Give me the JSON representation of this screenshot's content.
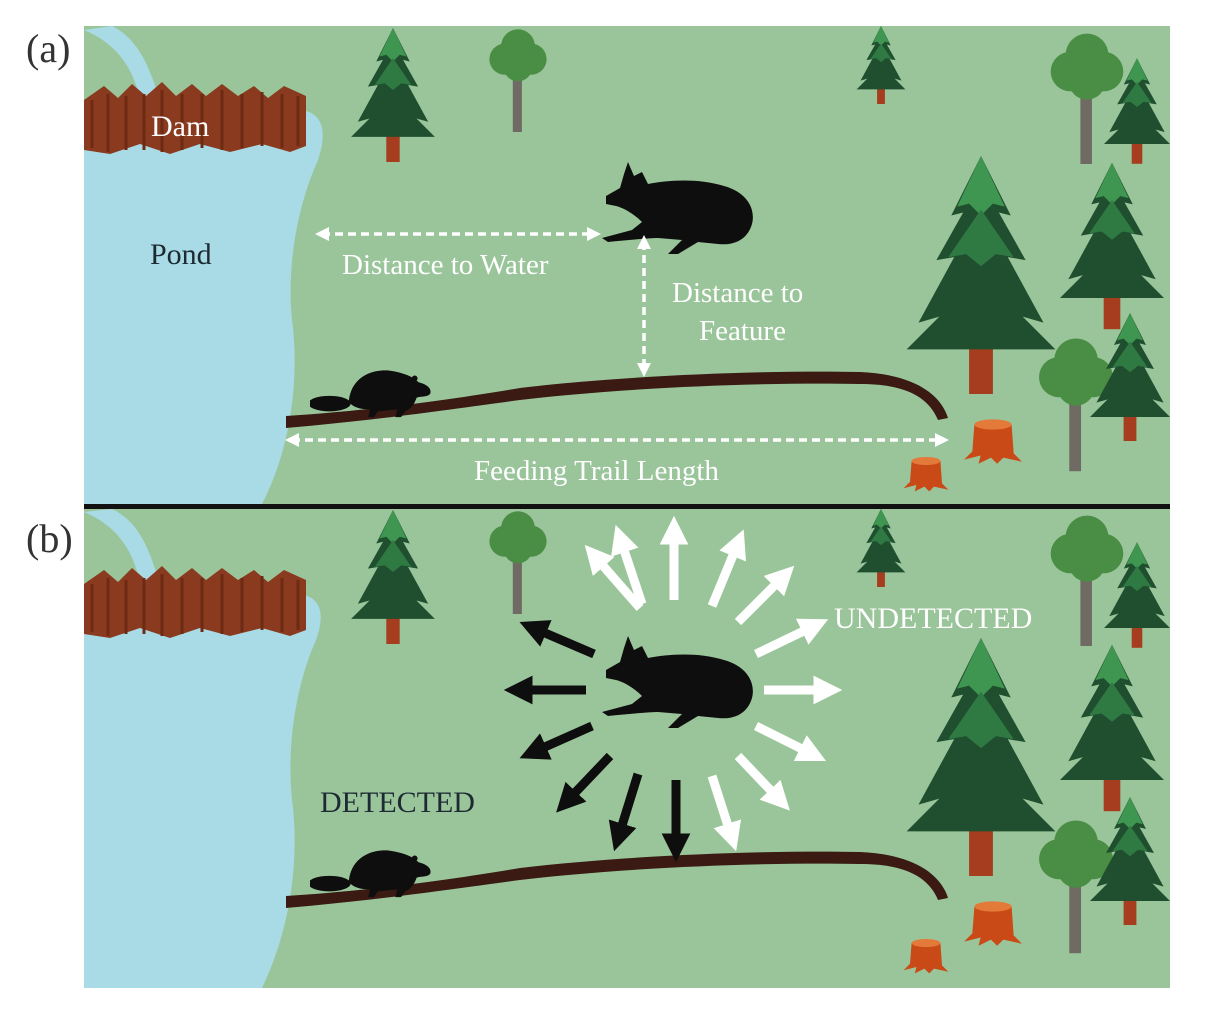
{
  "panels": [
    {
      "letter": "(a)",
      "labels": {
        "dam": "Dam",
        "pond": "Pond",
        "distance_to_water": "Distance to Water",
        "distance_to_feature_line1": "Distance to",
        "distance_to_feature_line2": "Feature",
        "feeding_trail_length": "Feeding Trail Length"
      }
    },
    {
      "letter": "(b)",
      "labels": {
        "detected": "DETECTED",
        "undetected": "UNDETECTED"
      }
    }
  ],
  "colors": {
    "grass": "#9ac59a",
    "water": "#a8dbe6",
    "dam": "#8a3a1e",
    "trail": "#3a1a12",
    "trunk": "#a63d1e",
    "tree_dark": "#1f4f2f",
    "tree_mid": "#2f7a43",
    "tree_light": "#3f9650",
    "deciduous": "#4a8d44",
    "grey_trunk": "#6f6a63",
    "stump": "#c94a17",
    "silhouette": "#0e0e0e",
    "white_text": "#ffffff",
    "dark_text": "#1d2a33"
  }
}
